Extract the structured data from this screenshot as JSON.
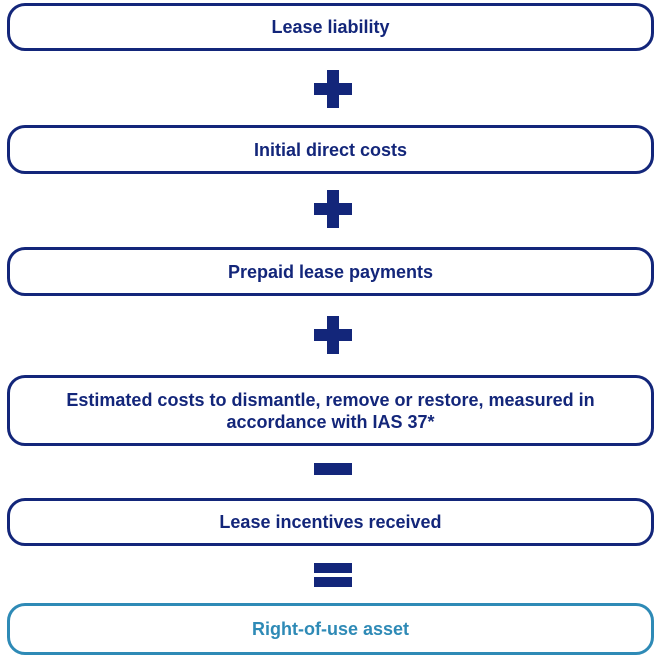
{
  "boxes": [
    {
      "label": "Lease liability"
    },
    {
      "label": "Initial direct costs"
    },
    {
      "label": "Prepaid lease payments"
    },
    {
      "label": "Estimated costs to dismantle, remove or restore, measured in accordance with IAS 37*"
    },
    {
      "label": "Lease incentives received"
    }
  ],
  "result": {
    "label": "Right-of-use asset"
  },
  "operators": [
    "plus",
    "plus",
    "plus",
    "minus",
    "equals"
  ],
  "colors": {
    "primary": "#13267a",
    "result": "#2e8ab6"
  }
}
